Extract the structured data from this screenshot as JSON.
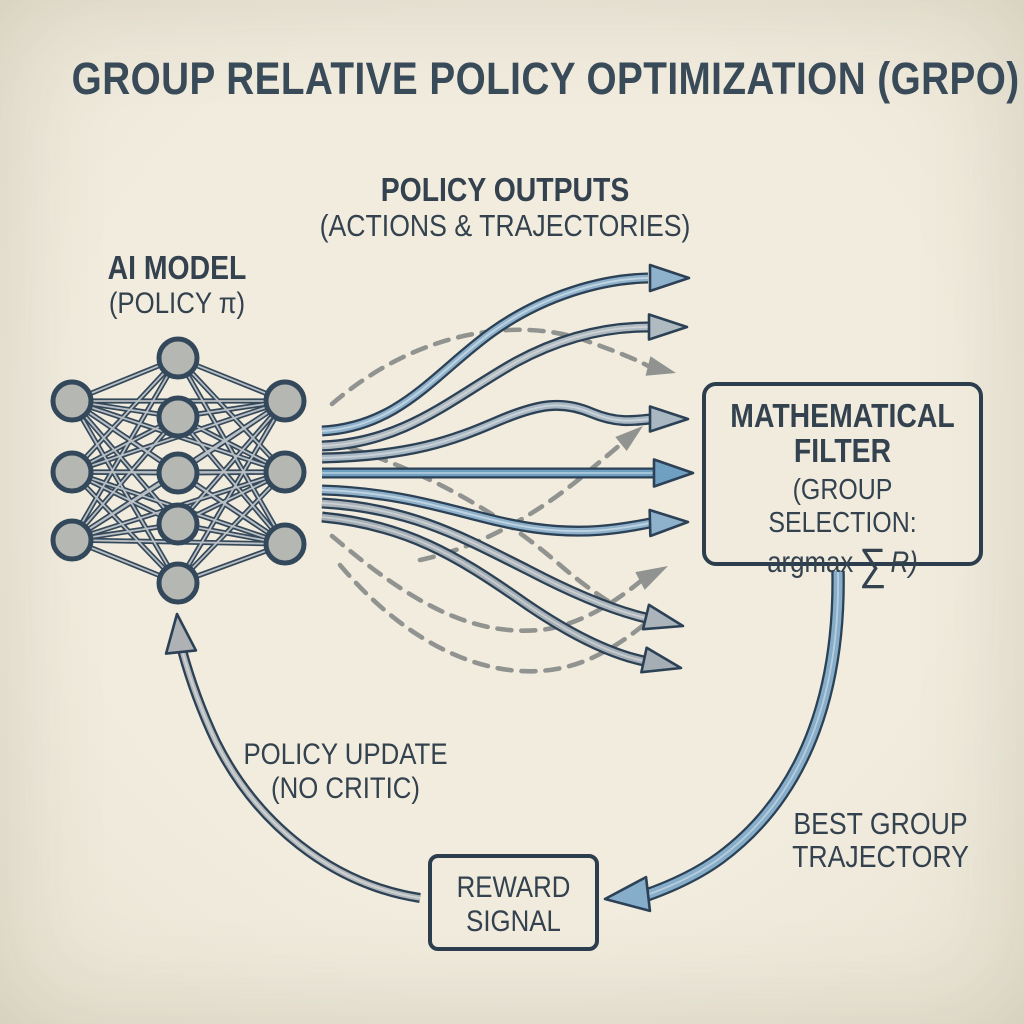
{
  "title": "GROUP RELATIVE POLICY OPTIMIZATION (GRPO)",
  "labels": {
    "policy_outputs": {
      "line1": "POLICY OUTPUTS",
      "line2": "(ACTIONS & TRAJECTORIES)"
    },
    "ai_model": {
      "line1": "AI MODEL",
      "line2": "(POLICY π)"
    },
    "policy_update": {
      "line1": "POLICY UPDATE",
      "line2": "(NO CRITIC)"
    },
    "best_group_trajectory": {
      "line1": "BEST GROUP",
      "line2": "TRAJECTORY"
    }
  },
  "boxes": {
    "mathematical_filter": {
      "line1": "MATHEMATICAL",
      "line2": "FILTER",
      "line3": "(GROUP SELECTION:",
      "line4_pre": "argmax",
      "line4_sum": "∑",
      "line4_post": "R)"
    },
    "reward_signal": {
      "line1": "REWARD",
      "line2": "SIGNAL"
    }
  },
  "colors": {
    "background": "#F0EBDC",
    "ink": "#33424E",
    "outline_dark": "#2C4155",
    "arrow_blue": "#8FB2CC",
    "arrow_blue_strong": "#6FA0C2",
    "arrow_gray": "#ABB4BA",
    "dashed_gray": "#90938F",
    "node_fill": "#B5B7B3"
  }
}
